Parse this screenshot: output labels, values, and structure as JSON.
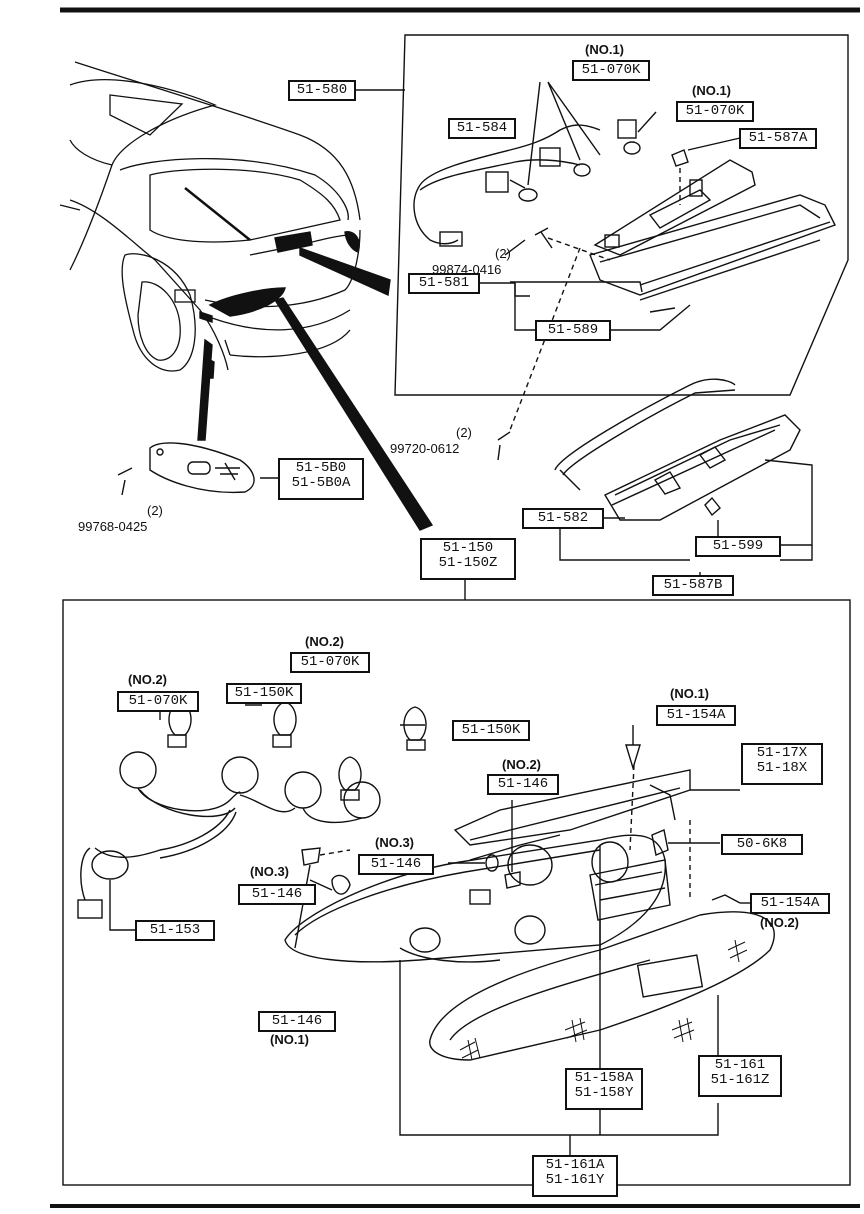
{
  "labels": {
    "p51_580": "51-580",
    "p51_070k_a": "51-070K",
    "p51_070k_b": "51-070K",
    "p51_584": "51-584",
    "p51_587a": "51-587A",
    "p51_581": "51-581",
    "p51_589": "51-589",
    "p51_5b0": "51-5B0",
    "p51_5b0a": "51-5B0A",
    "p51_582": "51-582",
    "p51_599": "51-599",
    "p51_587b": "51-587B",
    "p51_150": "51-150",
    "p51_150z": "51-150Z",
    "p51_070k_c": "51-070K",
    "p51_150k_a": "51-150K",
    "p51_070k_d": "51-070K",
    "p51_150k_b": "51-150K",
    "p51_154a_a": "51-154A",
    "p51_17x": "51-17X",
    "p51_18x": "51-18X",
    "p51_146_a": "51-146",
    "p50_6k8": "50-6K8",
    "p51_146_b": "51-146",
    "p51_146_c": "51-146",
    "p51_154a_b": "51-154A",
    "p51_153": "51-153",
    "p51_146_d": "51-146",
    "p51_161": "51-161",
    "p51_161z": "51-161Z",
    "p51_158a": "51-158A",
    "p51_158y": "51-158Y",
    "p51_161a": "51-161A",
    "p51_161y": "51-161Y"
  },
  "notes": {
    "no1_a": "(NO.1)",
    "no1_b": "(NO.1)",
    "two_a": "(2)",
    "bolt_a": "99874-0416",
    "two_b": "(2)",
    "bolt_b": "99720-0612",
    "two_c": "(2)",
    "bolt_c": "99768-0425",
    "no2_a": "(NO.2)",
    "no2_b": "(NO.2)",
    "no1_c": "(NO.1)",
    "no2_c": "(NO.2)",
    "no3_a": "(NO.3)",
    "no3_b": "(NO.3)",
    "no2_d": "(NO.2)",
    "no1_d": "(NO.1)"
  }
}
